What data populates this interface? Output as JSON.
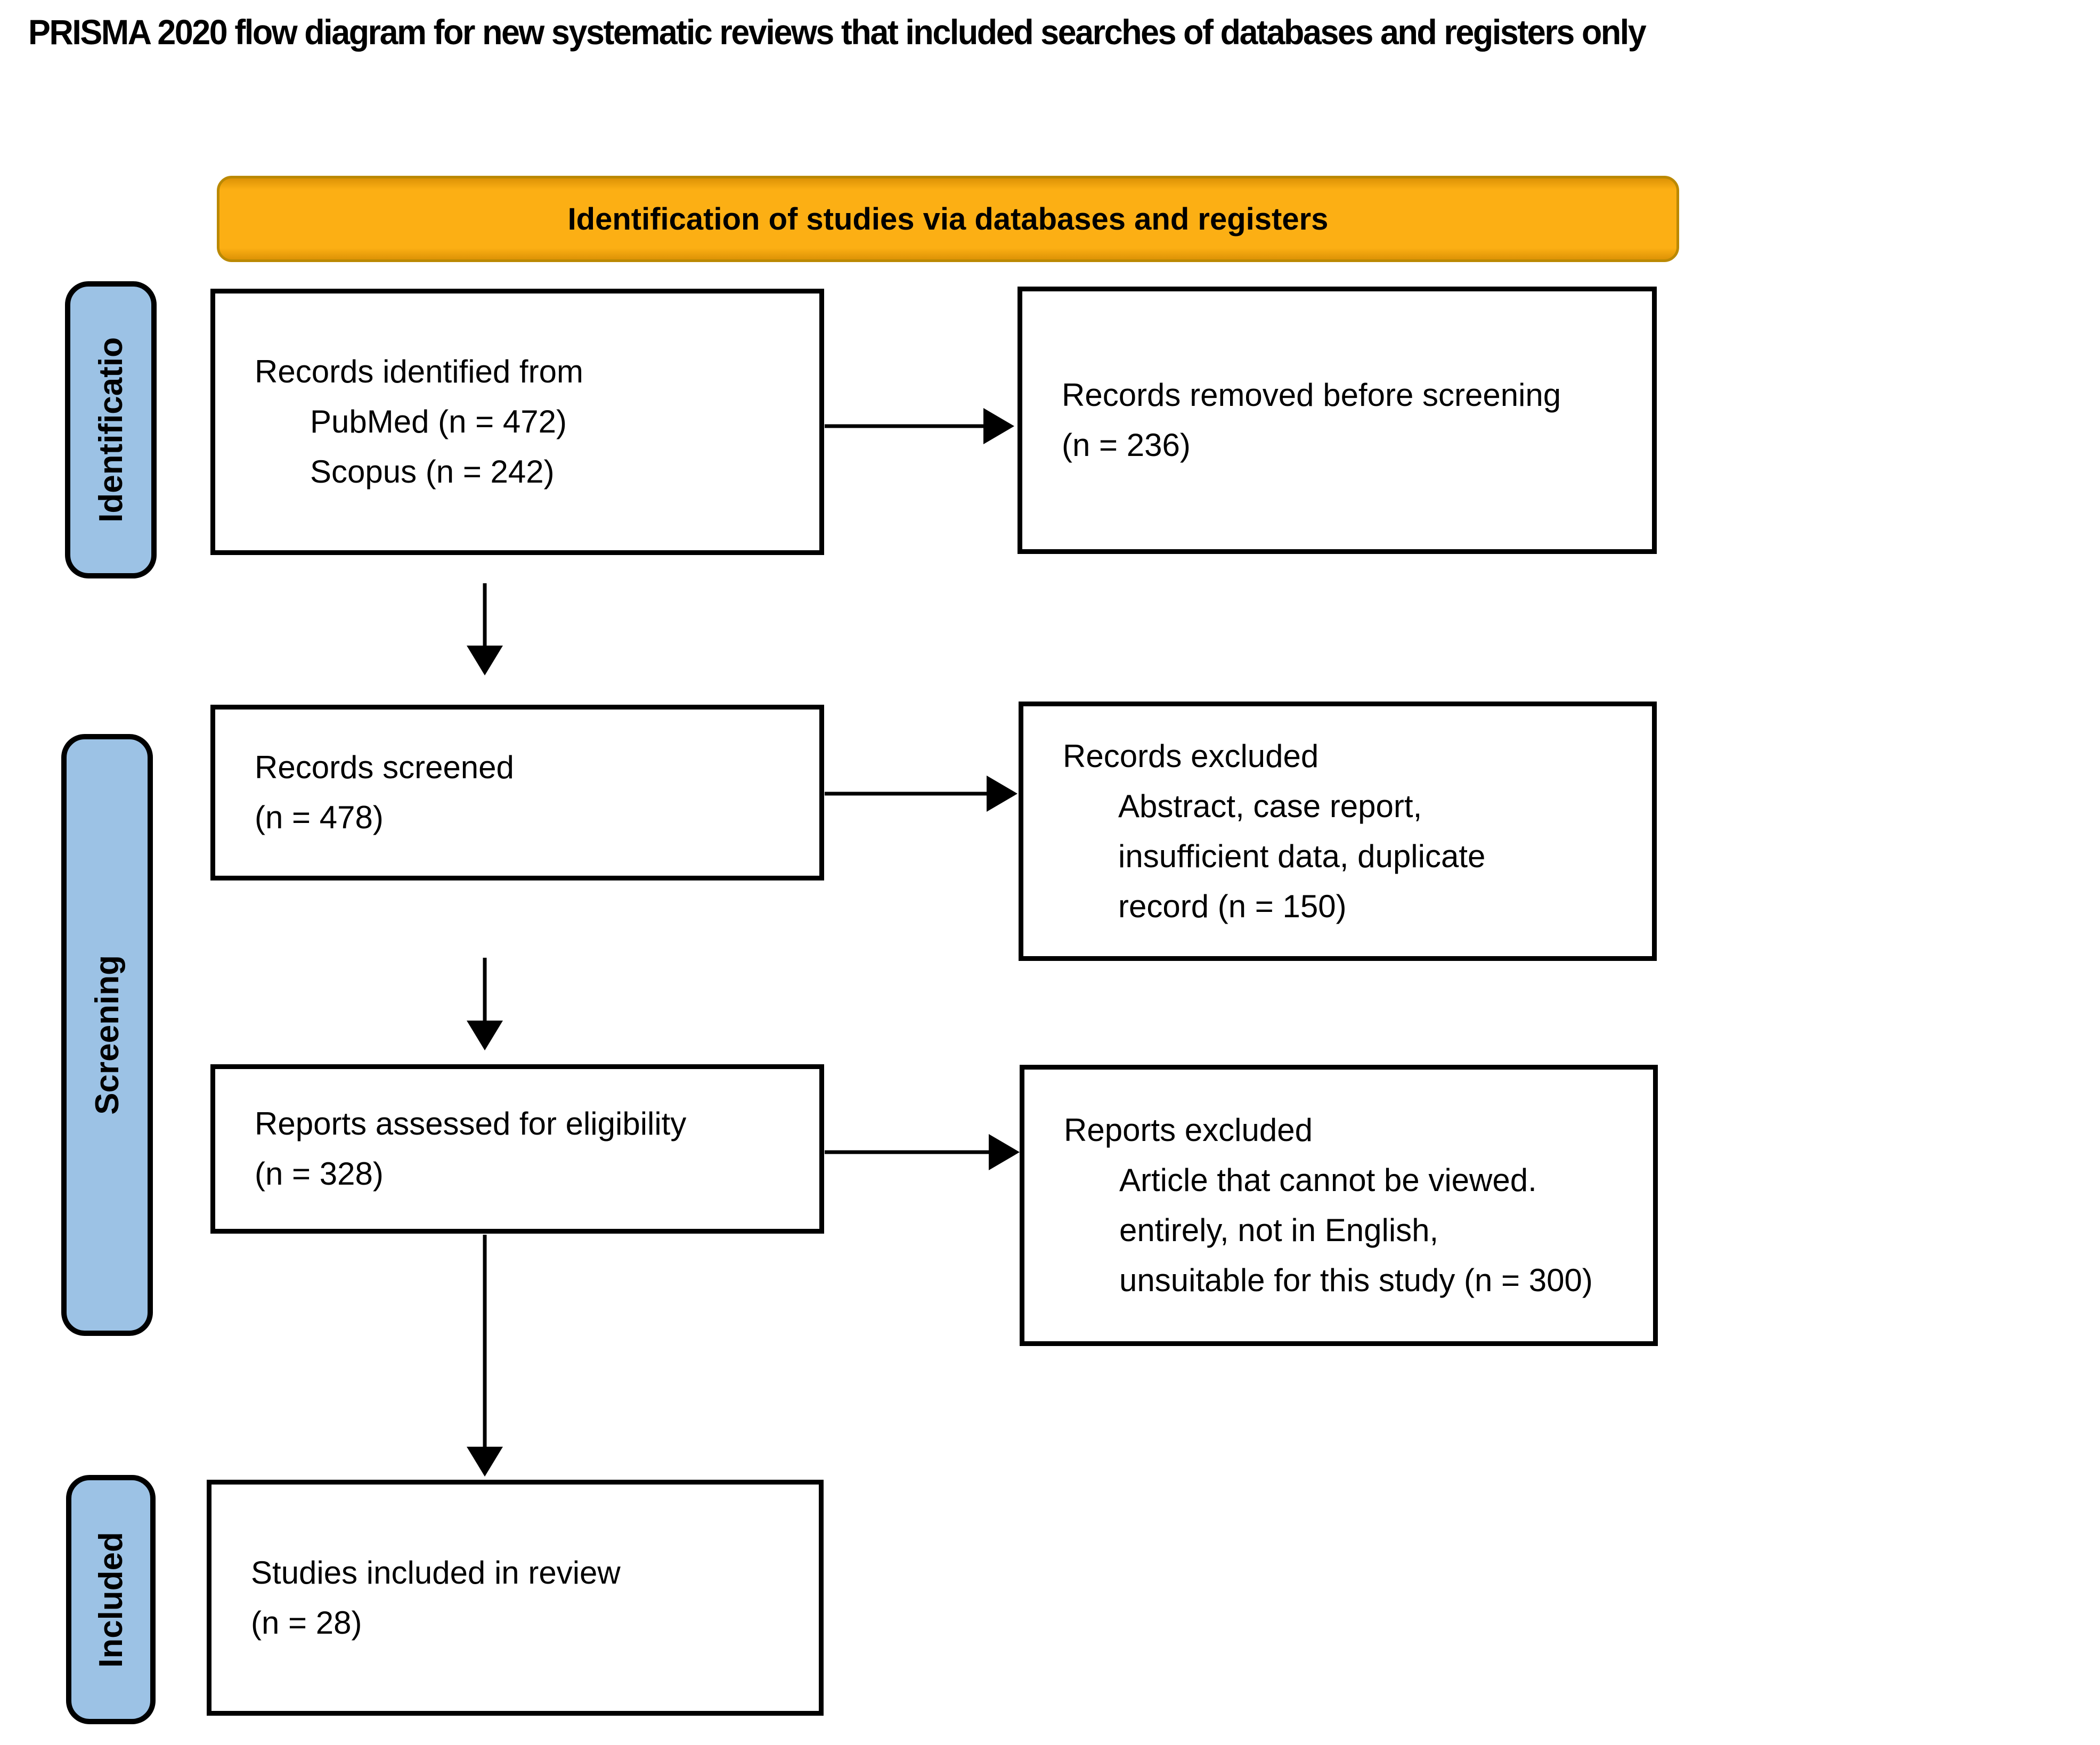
{
  "title": "PRISMA 2020 flow diagram for new systematic reviews that included searches of databases and registers only",
  "banner": {
    "label": "Identification of studies via databases and registers"
  },
  "stages": [
    {
      "label": "Identificatio"
    },
    {
      "label": "Screening"
    },
    {
      "label": "Included"
    }
  ],
  "boxes": {
    "identified": {
      "lines": [
        {
          "text": "Records identified from",
          "indent": false
        },
        {
          "text": "PubMed (n = 472)",
          "indent": true
        },
        {
          "text": "Scopus (n = 242)",
          "indent": true
        }
      ]
    },
    "removed": {
      "lines": [
        {
          "text": "Records removed before screening",
          "indent": false
        },
        {
          "text": "(n = 236)",
          "indent": false
        }
      ]
    },
    "screened": {
      "lines": [
        {
          "text": "Records screened",
          "indent": false
        },
        {
          "text": "(n = 478)",
          "indent": false
        }
      ]
    },
    "records_excluded": {
      "lines": [
        {
          "text": "Records excluded",
          "indent": false
        },
        {
          "text": "Abstract, case report,",
          "indent": true
        },
        {
          "text": "insufficient data, duplicate",
          "indent": true
        },
        {
          "text": "record (n = 150)",
          "indent": true
        }
      ]
    },
    "assessed": {
      "lines": [
        {
          "text": "Reports assessed for eligibility",
          "indent": false
        },
        {
          "text": "(n = 328)",
          "indent": false
        }
      ]
    },
    "reports_excluded": {
      "lines": [
        {
          "text": "Reports excluded",
          "indent": false
        },
        {
          "text": "Article that cannot be viewed.",
          "indent": true
        },
        {
          "text": "entirely, not in English,",
          "indent": true
        },
        {
          "text": "unsuitable for this study (n = 300)",
          "indent": true
        }
      ]
    },
    "included": {
      "lines": [
        {
          "text": "Studies included in review",
          "indent": false
        },
        {
          "text": "(n = 28)",
          "indent": false
        }
      ]
    }
  },
  "counts": {
    "pubmed": 472,
    "scopus": 242,
    "removed_before_screening": 236,
    "records_screened": 478,
    "records_excluded": 150,
    "reports_assessed": 328,
    "reports_excluded": 300,
    "studies_included": 28
  },
  "flow": [
    {
      "from": "records-identified",
      "to": "records-removed-before-screening"
    },
    {
      "from": "records-identified",
      "to": "records-screened"
    },
    {
      "from": "records-screened",
      "to": "records-excluded"
    },
    {
      "from": "records-screened",
      "to": "reports-assessed-for-eligibility"
    },
    {
      "from": "reports-assessed-for-eligibility",
      "to": "reports-excluded"
    },
    {
      "from": "reports-assessed-for-eligibility",
      "to": "studies-included-in-review"
    }
  ],
  "colors": {
    "banner_fill": "#FCAF14",
    "banner_fill_dark": "#DD9306",
    "banner_border": "#BB8903",
    "stage_fill": "#9CC2E5",
    "stage_border": "#000000",
    "box_border": "#000000",
    "box_bg": "#FFFFFF",
    "arrow": "#000000",
    "text": "#000000",
    "background": "#FFFFFF"
  }
}
